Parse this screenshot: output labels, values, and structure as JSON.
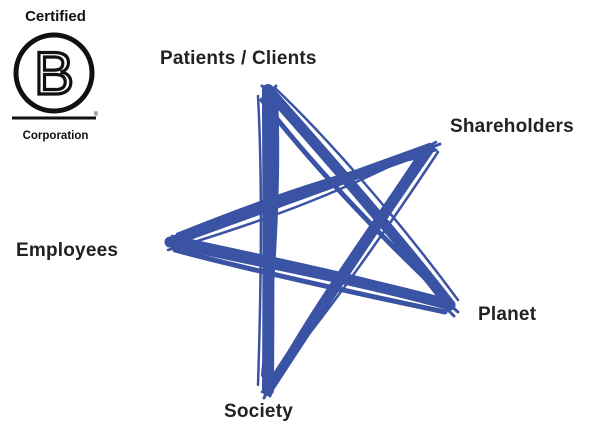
{
  "logo": {
    "top_text": "Certified",
    "letter": "B",
    "bottom_text": "Corporation",
    "registered_mark": "®"
  },
  "stakeholders": {
    "patients_clients": "Patients / Clients",
    "shareholders": "Shareholders",
    "employees": "Employees",
    "planet": "Planet",
    "society": "Society"
  },
  "colors": {
    "star": "#3a53a4",
    "text": "#222222",
    "logo": "#111111"
  }
}
